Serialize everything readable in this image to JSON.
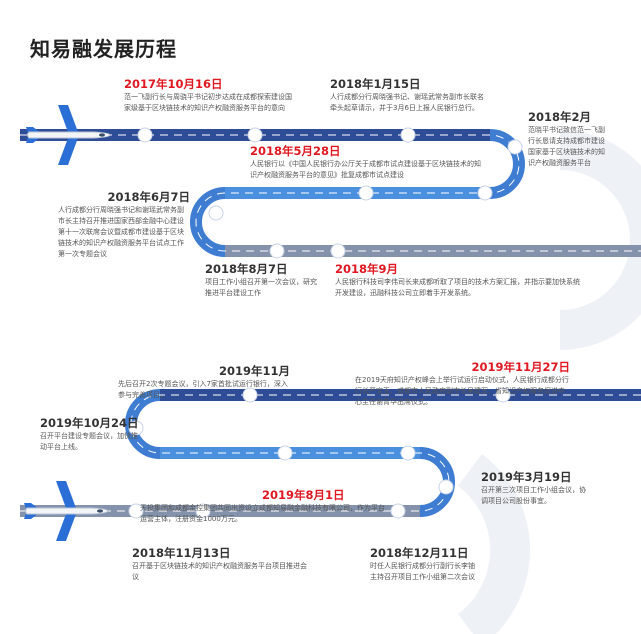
{
  "title": "知易融发展历程",
  "colors": {
    "road_dark": "#2f4d96",
    "road_mid": "#3e7dd1",
    "road_light": "#5a9ee6",
    "road_gray": "#8492ab",
    "red_date": "#e01822",
    "plane_blue": "#2b6fd6"
  },
  "events": [
    {
      "date": "2017年10月16日",
      "desc": "范一飞副行长与周骁平书记初步达成在成都探索建设国家级基于区块链技术的知识产权融资服务平台的意向"
    },
    {
      "date": "2018年1月15日",
      "desc": "人行成都分行周晓强书记、谢瑶武常务副市长联名牵头起草请示，并于3月6日上报人民银行总行。"
    },
    {
      "date": "2018年2月",
      "desc": "范晓平书记致信范一飞副行长恳请支持成都市建设国家基于区块链技术的知识产权融资服务平台"
    },
    {
      "date": "2018年5月28日",
      "desc": "人民银行以《中国人民银行办公厅关于成都市试点建设基于区块链技术的知识产权融资服务平台的意见》批复成都市试点建设"
    },
    {
      "date": "2018年6月7日",
      "desc": "人行成都分行周晓强书记和谢瑶武常务副市长主持召开推进国家西部金融中心建设第十一次联席会议暨成都市建设基于区块链技术的知识产权融资服务平台试点工作第一次专题会议"
    },
    {
      "date": "2018年8月7日",
      "desc": "项目工作小组召开第一次会议，研究推进平台建设工作"
    },
    {
      "date": "2018年9月",
      "desc": "人民银行科技司李伟司长来成都听取了项目的技术方案汇报，并指示要加快系统开发建设，迅融科技公司立即着手开发系统。"
    },
    {
      "date": "2019年11月",
      "desc": "先后召开2次专题会议，引入7家首批试运行银行，深入参与完善项目。"
    },
    {
      "date": "2019年11月27日",
      "desc": "在2019天府知识产权峰会上举行试运行启动仪式，人民银行成都分行行长严宝玉、成都市人民政府副市长吴建军、省知识产权服务促进中心主任谢青华出席仪式。"
    },
    {
      "date": "2019年10月24日",
      "desc": "召开平台建设专题会议，加快推动平台上线。"
    },
    {
      "date": "2019年3月19日",
      "desc": "召开第三次项目工作小组会议，协调项目公司股份事宜。"
    },
    {
      "date": "2019年8月1日",
      "desc": "天投集团和成都金控集团共同出资设立成都知易融金融科技有限公司，作为平台运营主体，注册资金1000万元。"
    },
    {
      "date": "2018年11月13日",
      "desc": "召开基于区块链技术的知识产权融资服务平台项目推进会议"
    },
    {
      "date": "2018年12月11日",
      "desc": "时任人民银行成都分行副行长李铀主持召开项目工作小组第二次会议"
    }
  ]
}
